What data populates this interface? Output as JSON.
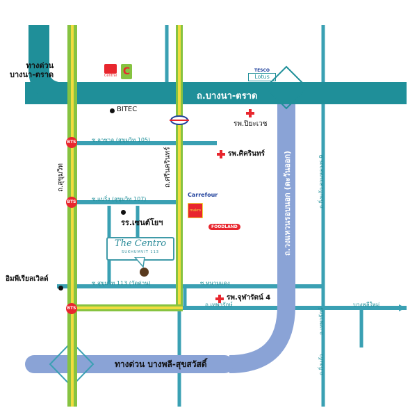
{
  "colors": {
    "teal_road": "#1f8f99",
    "blue_road": "#8aa3d6",
    "local_road": "#3aa0b3",
    "green_line": "#86c341",
    "yellow_line": "#f1dc3f",
    "hospital_red": "#e8262e"
  },
  "roads": {
    "top_expressway": "ทางด่วน\nบางนา-ตราด",
    "bangna_trad": "ถ.บางนา-ตราด",
    "outer_ring": "ถ.วงแหวนรอบนอก (ตะวันออก)",
    "bottom_expressway": "ทางด่วน บางพลี-สุขสวัสดิ์",
    "sukhumvit": "ถ.สุขุมวิท",
    "srinakarin": "ถ.ศรีนครินทร์",
    "soi_lasalle": "ซ.ลาซาล (สุขุมวิท 105)",
    "soi_baring": "ซ.แบริ่ง (สุขุมวิท 107)",
    "soi_113": "ซ.สุขุมวิท 113 (วัดด่าน)",
    "soi_namdaeng": "ซ.หนามแดง",
    "thepharak": "ถ.เทพารักษ์",
    "bangphli_mai": "บางพลีใหม่",
    "king_kaeo": "ถ.กิ่งแก้ว",
    "suan_luang_ro9": "สวนหลวงร.9",
    "kingkaeo_right": "ถ.กิ่งแก้ว",
    "thepharak_right": "ถ.เทพารักษ์"
  },
  "bts_label": "BTS",
  "places": {
    "bitec": "BITEC",
    "piyavate": "รพ.ปิยะเวช",
    "sikarin": "รพ.ศิครินทร์",
    "st_andrews": "รร.เซนต์โยฯ",
    "imperial_world": "อิมพีเรียลเวิลด์",
    "chularat": "รพ.จุฬารัตน์ 4"
  },
  "logos": {
    "central": "Central",
    "big_c": "C",
    "tesco": "TESCO",
    "lotus": "Lotus",
    "carrefour": "Carrefour",
    "foodland": "FOODLAND",
    "makro": "makro"
  },
  "project": {
    "name": "The Centro",
    "subtitle": "SUKHUMVIT 113"
  }
}
